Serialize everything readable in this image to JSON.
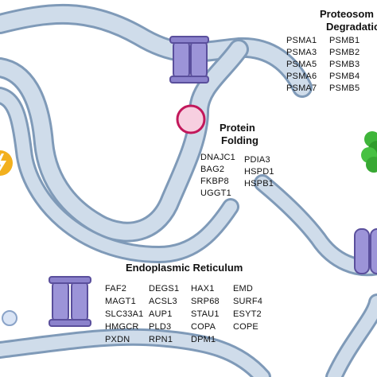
{
  "proteasome": {
    "title_line1": "Proteosom",
    "title_line2": "Degradatio",
    "col1": [
      "PSMA1",
      "PSMA3",
      "PSMA5",
      "PSMA6",
      "PSMA7"
    ],
    "col2": [
      "PSMB1",
      "PSMB2",
      "PSMB3",
      "PSMB4",
      "PSMB5"
    ]
  },
  "folding": {
    "title_line1": "Protein",
    "title_line2": "Folding",
    "col1": [
      "DNAJC1",
      "BAG2",
      "FKBP8",
      "UGGT1"
    ],
    "col2": [
      "PDIA3",
      "HSPD1",
      "HSPB1"
    ]
  },
  "er": {
    "title": "Endoplasmic Reticulum",
    "col1": [
      "FAF2",
      "MAGT1",
      "SLC33A1",
      "HMGCR",
      "PXDN"
    ],
    "col2": [
      "DEGS1",
      "ACSL3",
      "AUP1",
      "PLD3",
      "RPN1"
    ],
    "col3": [
      "HAX1",
      "SRP68",
      "STAU1",
      "COPA",
      "DPM1"
    ],
    "col4": [
      "EMD",
      "SURF4",
      "ESYT2",
      "COPE"
    ]
  },
  "colors": {
    "membrane_fill": "#cfdcea",
    "membrane_stroke": "#7f9ab8",
    "transporter": "#9c94d8",
    "transporter_stroke": "#5a4f9c",
    "vesicle": "#f7cfe0",
    "vesicle_stroke": "#c2185b",
    "proteasome": "#3fb53a",
    "lightning": "#f2b01e"
  },
  "icons": [
    "er-membrane",
    "transporter-icon",
    "vesicle-icon",
    "proteasome-icon",
    "lightning-icon"
  ]
}
